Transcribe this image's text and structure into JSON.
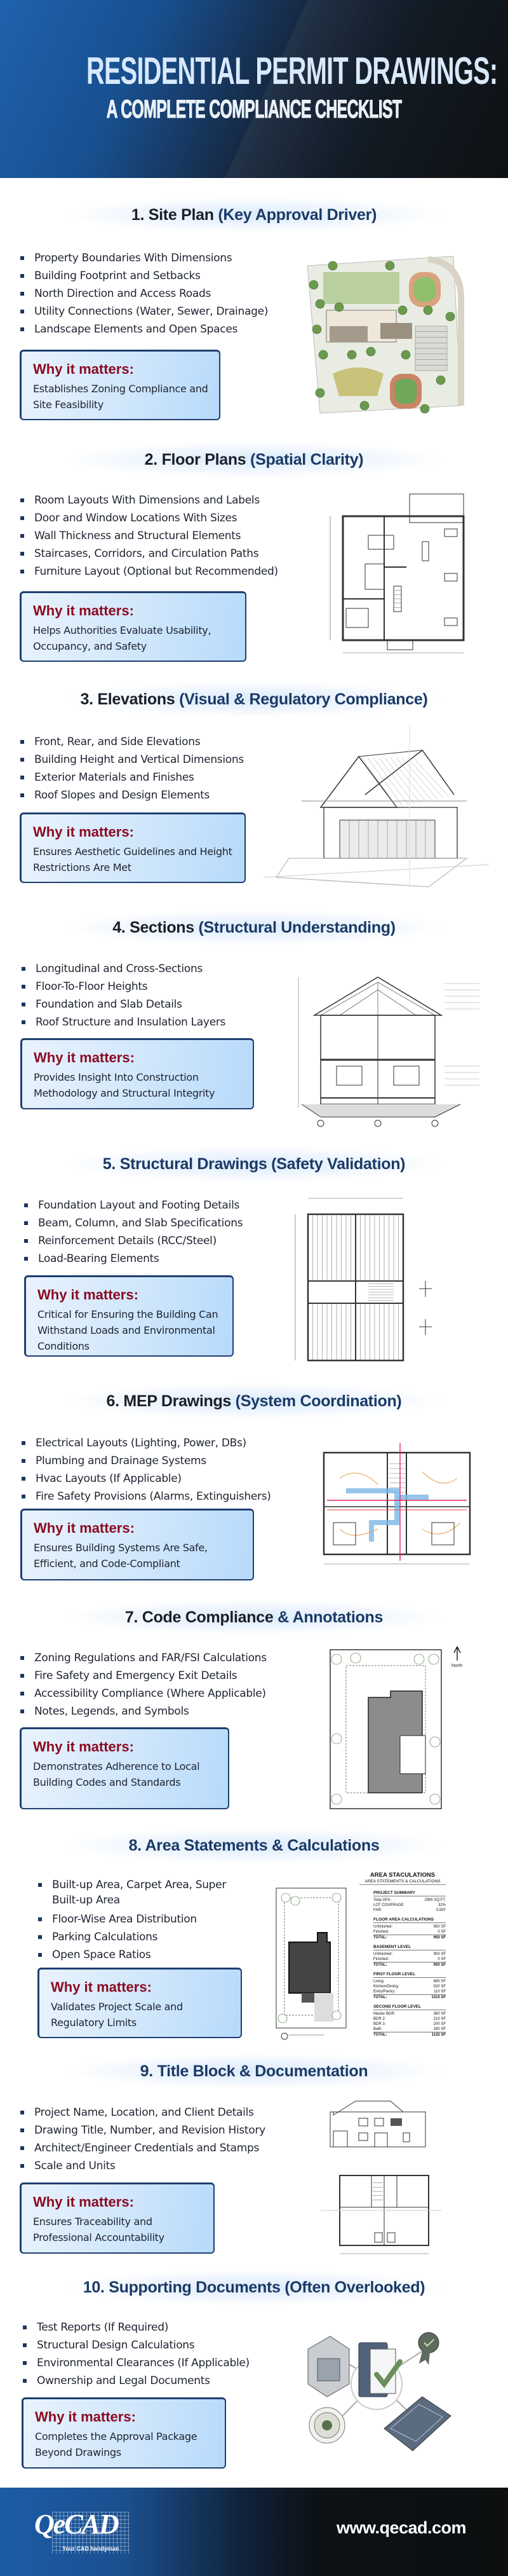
{
  "header": {
    "title": "RESIDENTIAL PERMIT DRAWINGS:",
    "subtitle": "A COMPLETE COMPLIANCE CHECKLIST"
  },
  "colors": {
    "header_blue": "#1f62ad",
    "header_dark": "#0e1114",
    "title_navy": "#1b3a66",
    "why_heading": "#8c0b22",
    "box_border": "#1e3f70",
    "box_fill": "#cfe6fb"
  },
  "why_heading": "Why it matters:",
  "sections": [
    {
      "title_prefix": "1. Site Plan ",
      "title_highlight": "(Key Approval Driver)",
      "bullets": [
        "Property Boundaries With Dimensions",
        "Building Footprint and Setbacks",
        "North Direction and Access Roads",
        "Utility Connections (Water, Sewer, Drainage)",
        "Landscape Elements and Open Spaces"
      ],
      "why": "Establishes Zoning Compliance and Site Feasibility",
      "illustration": "site-plan-rendering"
    },
    {
      "title_prefix": "2. Floor Plans ",
      "title_highlight": "(Spatial Clarity)",
      "bullets": [
        "Room Layouts With Dimensions and Labels",
        "Door and Window Locations With Sizes",
        "Wall Thickness and Structural Elements",
        "Staircases, Corridors, and Circulation Paths",
        "Furniture Layout (Optional but Recommended)"
      ],
      "why": "Helps Authorities Evaluate Usability, Occupancy, and Safety",
      "illustration": "floor-plan-drawing"
    },
    {
      "title_prefix": "3. Elevations ",
      "title_highlight": "(Visual & Regulatory Compliance)",
      "bullets": [
        "Front, Rear, and Side Elevations",
        "Building Height and Vertical Dimensions",
        "Exterior Materials and Finishes",
        "Roof Slopes and Design Elements"
      ],
      "why": "Ensures Aesthetic Guidelines and Height Restrictions Are Met",
      "illustration": "house-elevation-sketch"
    },
    {
      "title_prefix": "4. Sections ",
      "title_highlight": "(Structural Understanding)",
      "bullets": [
        "Longitudinal and Cross-Sections",
        "Floor-To-Floor Heights",
        "Foundation and Slab Details",
        "Roof Structure and Insulation Layers"
      ],
      "why": "Provides Insight Into Construction Methodology and Structural Integrity",
      "illustration": "building-section-drawing"
    },
    {
      "title_prefix": "",
      "title_highlight": "5. Structural Drawings (Safety Validation)",
      "bullets": [
        "Foundation Layout and Footing Details",
        "Beam, Column, and Slab Specifications",
        "Reinforcement Details (RCC/Steel)",
        "Load-Bearing Elements"
      ],
      "why": "Critical for Ensuring the Building Can Withstand Loads and Environmental Conditions",
      "illustration": "structural-framing-plan"
    },
    {
      "title_prefix": "6. MEP Drawings ",
      "title_highlight": "(System Coordination)",
      "bullets": [
        "Electrical Layouts (Lighting, Power, DBs)",
        "Plumbing and Drainage Systems",
        "Hvac Layouts (If Applicable)",
        "Fire Safety Provisions (Alarms, Extinguishers)"
      ],
      "why": "Ensures Building Systems Are Safe, Efficient, and Code-Compliant",
      "illustration": "mep-plan-drawing"
    },
    {
      "title_prefix": "7. Code Compliance ",
      "title_highlight": "& Annotations",
      "bullets": [
        "Zoning Regulations and FAR/FSI Calculations",
        "Fire Safety and Emergency Exit Details",
        "Accessibility Compliance (Where Applicable)",
        "Notes, Legends, and Symbols"
      ],
      "why": "Demonstrates Adherence to Local Building Codes and Standards",
      "illustration": "code-site-plan"
    },
    {
      "title_prefix": "",
      "title_highlight": "8. Area Statements & Calculations",
      "bullets": [
        "Built-up Area, Carpet Area, Super Built-up Area",
        "Floor-Wise Area Distribution",
        "Parking Calculations",
        "Open Space Ratios"
      ],
      "why": "Validates Project Scale and Regulatory Limits",
      "illustration": "area-site-plan"
    },
    {
      "title_prefix": "",
      "title_highlight": "9. Title Block & Documentation",
      "bullets": [
        "Project Name, Location, and Client Details",
        "Drawing Title, Number, and Revision History",
        "Architect/Engineer Credentials and Stamps",
        "Scale and Units"
      ],
      "why": "Ensures Traceability and Professional Accountability",
      "illustration": "elevation-and-plan-sheet"
    },
    {
      "title_prefix": "",
      "title_highlight": "10. Supporting Documents (Often Overlooked)",
      "bullets": [
        "Test Reports (If Required)",
        "Structural Design Calculations",
        "Environmental Clearances (If Applicable)",
        "Ownership and Legal Documents"
      ],
      "why": "Completes the Approval Package Beyond Drawings",
      "illustration": "document-package-icons"
    }
  ],
  "area_table": {
    "title": "AREA STACULATIONS",
    "subtitle": "AREA STATEMENTS & CALCULATIONS",
    "groups": [
      {
        "heading": "PROJECT SUMMARY",
        "rows": [
          [
            "Total GFA:",
            "2985 SQ.FT."
          ],
          [
            "LOT COVERAGE:",
            "32%"
          ],
          [
            "FAR:",
            "0.597"
          ]
        ]
      },
      {
        "heading": "FLOOR AREA CALCULATIONS",
        "rows": [
          [
            "Unfinished:",
            "950 SF"
          ],
          [
            "Finished:",
            "0 SF"
          ]
        ],
        "total": [
          "TOTAL:",
          "950 SF"
        ]
      },
      {
        "heading": "BASEMENT LEVEL",
        "rows": [
          [
            "Unfinished:",
            "950 SF"
          ],
          [
            "Finished:",
            "0 SF"
          ]
        ],
        "total": [
          "TOTAL:",
          "950 SF"
        ]
      },
      {
        "heading": "FIRST FLOOR LEVEL",
        "rows": [
          [
            "Living:",
            "680 SF"
          ],
          [
            "Kitchen/Dining:",
            "520 SF"
          ],
          [
            "Entry/Pantry:",
            "110 SF"
          ]
        ],
        "total": [
          "TOTAL:",
          "1310 SF"
        ]
      },
      {
        "heading": "SECOND FLOOR LEVEL",
        "rows": [
          [
            "Master BDR:",
            "360 SF"
          ],
          [
            "BDR 2:",
            "210 SF"
          ],
          [
            "BDR 3:",
            "200 SF"
          ],
          [
            "Bath:",
            "180 SF"
          ]
        ],
        "total": [
          "TOTAL:",
          "1125 SF"
        ]
      }
    ]
  },
  "footer": {
    "logo_text": "QeCAD",
    "logo_tagline": "Your CAD handyman",
    "url": "www.qecad.com"
  }
}
